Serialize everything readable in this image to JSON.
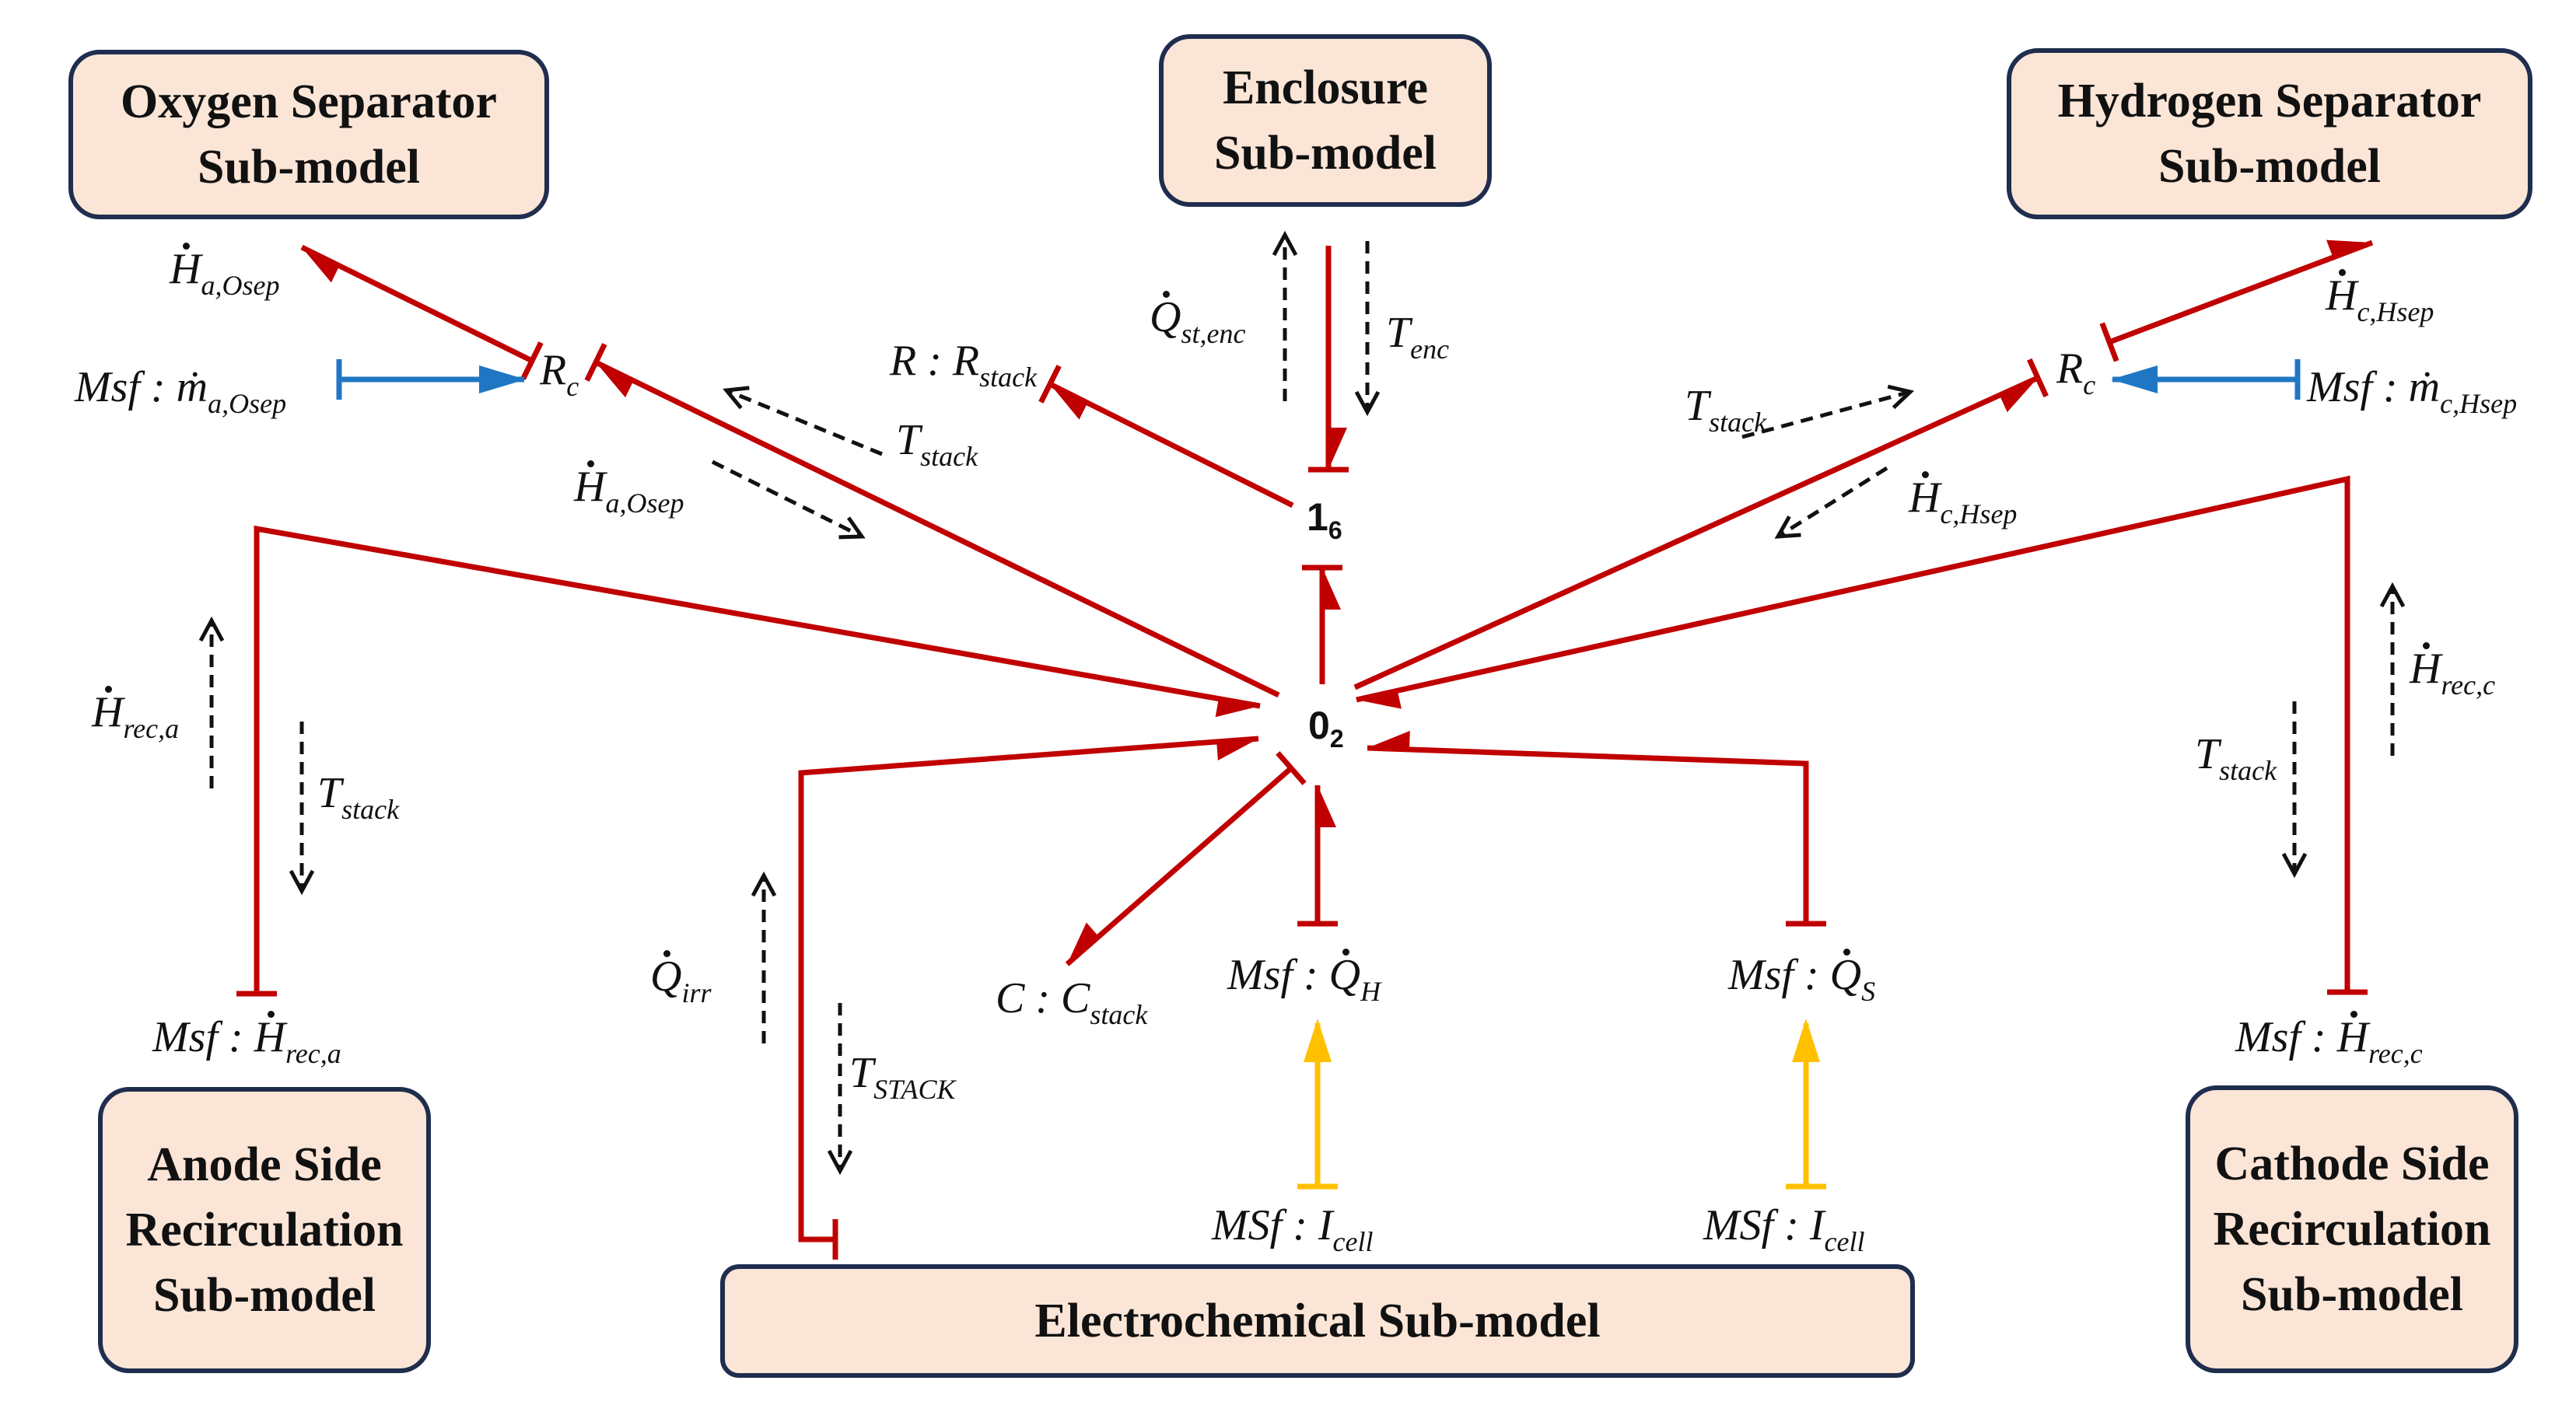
{
  "boxes": {
    "oxygen_separator": [
      "Oxygen Separator",
      "Sub-model"
    ],
    "enclosure": [
      "Enclosure",
      "Sub-model"
    ],
    "hydrogen_separator": [
      "Hydrogen Separator",
      "Sub-model"
    ],
    "anode_recirculation": [
      "Anode Side",
      "Recirculation",
      "Sub-model"
    ],
    "cathode_recirculation": [
      "Cathode Side",
      "Recirculation",
      "Sub-model"
    ],
    "electrochemical": [
      "Electrochemical Sub-model"
    ]
  },
  "junctions": {
    "one": {
      "main": "1",
      "sub": "6"
    },
    "zero": {
      "main": "0",
      "sub": "2"
    }
  },
  "labels": {
    "h_a_osep_top": {
      "main": "H",
      "sub": "a,Osep"
    },
    "msf_m_a_osep": {
      "pre": "Msf : ",
      "main": "ṁ",
      "sub": "a,Osep"
    },
    "rc_left": {
      "main": "R",
      "sub": "c"
    },
    "r_stack": {
      "pre": "R : ",
      "main": "R",
      "sub": "stack"
    },
    "t_stack_left_top": {
      "main": "T",
      "sub": "stack"
    },
    "h_a_osep_mid": {
      "main": "H",
      "sub": "a,Osep"
    },
    "q_st_enc": {
      "main": "Q",
      "sub": "st,enc"
    },
    "t_enc": {
      "main": "T",
      "sub": "enc"
    },
    "h_c_hsep_top": {
      "main": "H",
      "sub": "c,Hsep"
    },
    "msf_m_c_hsep": {
      "pre": "Msf : ",
      "main": "ṁ",
      "sub": "c,Hsep"
    },
    "rc_right": {
      "main": "R",
      "sub": "c"
    },
    "t_stack_right_top": {
      "main": "T",
      "sub": "stack"
    },
    "h_c_hsep_mid": {
      "main": "H",
      "sub": "c,Hsep"
    },
    "h_rec_a": {
      "main": "H",
      "sub": "rec,a"
    },
    "t_stack_left_mid": {
      "main": "T",
      "sub": "stack"
    },
    "msf_h_rec_a": {
      "pre": "Msf : ",
      "main": "H",
      "sub": "rec,a"
    },
    "h_rec_c": {
      "main": "H",
      "sub": "rec,c"
    },
    "t_stack_right_mid": {
      "main": "T",
      "sub": "stack"
    },
    "msf_h_rec_c": {
      "pre": "Msf : ",
      "main": "H",
      "sub": "rec,c"
    },
    "q_irr": {
      "main": "Q",
      "sub": "irr"
    },
    "t_stack_caps": {
      "main": "T",
      "sub": "STACK"
    },
    "c_stack": {
      "pre": "C : ",
      "main": "C",
      "sub": "stack"
    },
    "msf_q_h": {
      "pre": "Msf : ",
      "main": "Q",
      "sub": "H"
    },
    "msf_q_s": {
      "pre": "Msf : ",
      "main": "Q",
      "sub": "S"
    },
    "msf_i_cell_left": {
      "pre": "MSf : ",
      "main": "I",
      "sub": "cell"
    },
    "msf_i_cell_right": {
      "pre": "MSf : ",
      "main": "I",
      "sub": "cell"
    }
  },
  "colors": {
    "bond": "#c00000",
    "flow_source": "#1f77c4",
    "current_source": "#ffc000",
    "signal": "#111111",
    "box_fill": "#fbe5d6",
    "box_border": "#1f2d4e"
  }
}
